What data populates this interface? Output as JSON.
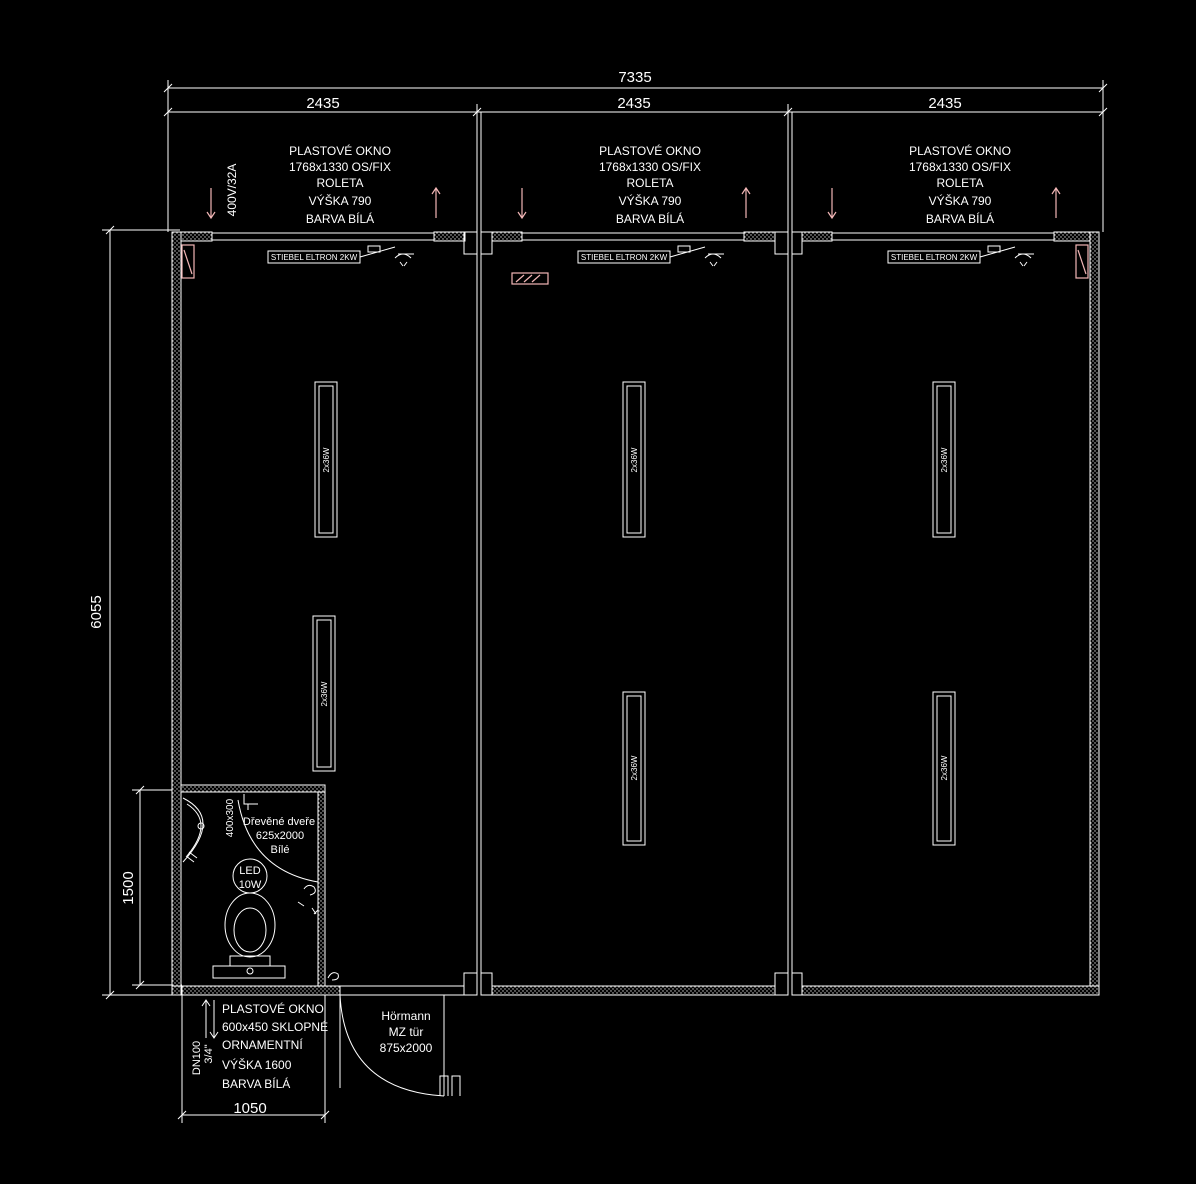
{
  "dimensions": {
    "total_width": "7335",
    "module_widths": [
      "2435",
      "2435",
      "2435"
    ],
    "height": "6055",
    "wc_height": "1500",
    "wc_width": "1050"
  },
  "windows": [
    {
      "lines": [
        "PLASTOVÉ OKNO",
        "1768x1330    OS/FIX",
        "ROLETA",
        "VÝŠKA 790",
        "BARVA BÍLÁ"
      ]
    },
    {
      "lines": [
        "PLASTOVÉ OKNO",
        "1768x1330    OS/FIX",
        "ROLETA",
        "VÝŠKA 790",
        "BARVA BÍLÁ"
      ]
    },
    {
      "lines": [
        "PLASTOVÉ OKNO",
        "1768x1330    OS/FIX",
        "ROLETA",
        "VÝŠKA 790",
        "BARVA BÍLÁ"
      ]
    }
  ],
  "power_label": "400V/32A",
  "heater_label": "STIEBEL ELTRON 2KW",
  "light_label": "2x36W",
  "wc": {
    "basin": "400x300",
    "door_lines": [
      "Dřevěné dveře",
      "625x2000",
      "Bílé"
    ],
    "led_lines": [
      "LED",
      "10W"
    ]
  },
  "wc_window": {
    "lines": [
      "PLASTOVÉ OKNO",
      "600x450   SKLOPNÉ",
      "ORNAMENTNÍ",
      "VÝŠKA 1600",
      "BARVA BÍLÁ"
    ]
  },
  "drain": {
    "lines": [
      "DN100",
      "3/4\""
    ]
  },
  "entrance_door": {
    "lines": [
      "Hörmann",
      "MZ tür",
      "875x2000"
    ]
  }
}
